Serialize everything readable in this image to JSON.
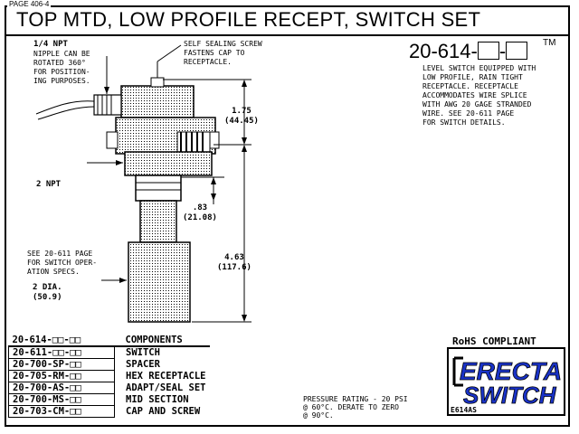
{
  "page_label": "PAGE 406-4",
  "title": "TOP MTD, LOW PROFILE RECEPT, SWITCH SET",
  "part_number": {
    "prefix": "20-614-",
    "sep": "-",
    "tm": "TM"
  },
  "description": "LEVEL SWITCH EQUIPPED WITH\nLOW PROFILE, RAIN TIGHT\nRECEPTACLE. RECEPTACLE\nACCOMMODATES WIRE SPLICE\nWITH AWG 20 GAGE STRANDED\nWIRE. SEE 20-611 PAGE\nFOR SWITCH DETAILS.",
  "callouts": {
    "npt_quarter": "1/4 NPT",
    "nipple": "NIPPLE CAN BE\nROTATED 360°\nFOR POSITION-\nING PURPOSES.",
    "screw": "SELF SEALING SCREW\nFASTENS CAP TO\nRECEPTACLE.",
    "npt_two": "2 NPT",
    "see_611": "SEE 20-611 PAGE\nFOR SWITCH OPER-\nATION SPECS.",
    "dia": "2 DIA.\n(50.9)"
  },
  "dimensions": {
    "d1": "1.75\n(44.45)",
    "d2": ".83\n(21.08)",
    "d3": "4.63\n(117.6)"
  },
  "parts": [
    {
      "pn": "20-614-□□-□□",
      "name": "COMPONENTS"
    },
    {
      "pn": "20-611-□□-□□",
      "name": "SWITCH"
    },
    {
      "pn": "20-700-SP-□□",
      "name": "SPACER"
    },
    {
      "pn": "20-705-RM-□□",
      "name": "HEX RECEPTACLE"
    },
    {
      "pn": "20-700-AS-□□",
      "name": "ADAPT/SEAL SET"
    },
    {
      "pn": "20-700-MS-□□",
      "name": "MID SECTION"
    },
    {
      "pn": "20-703-CM-□□",
      "name": "CAP AND SCREW"
    }
  ],
  "rohs": "RoHS COMPLIANT",
  "pressure": "PRESSURE RATING - 20 PSI\n@ 60°C. DERATE TO ZERO\n@ 90°C.",
  "logo": {
    "line1": "ERECTA",
    "line2": "SWITCH",
    "code": "E614AS"
  },
  "colors": {
    "ink": "#000000",
    "logo_blue": "#1a33c8",
    "background": "#ffffff"
  }
}
